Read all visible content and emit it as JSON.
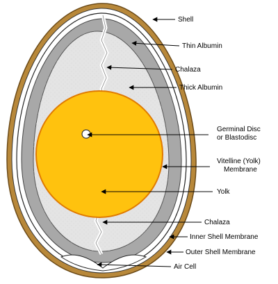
{
  "labels": {
    "shell": "Shell",
    "thin_albumin": "Thin Albumin",
    "chalaza_top": "Chalaza",
    "thick_albumin": "Thick Albumin",
    "germinal_disc_line1": "Germinal Disc",
    "germinal_disc_line2": "or Blastodisc",
    "vitelline_line1": "Vitelline (Yolk)",
    "vitelline_line2": "Membrane",
    "yolk": "Yolk",
    "chalaza_bottom": "Chalaza",
    "inner_shell_membrane": "Inner Shell Membrane",
    "outer_shell_membrane": "Outer Shell Membrane",
    "air_cell": "Air Cell"
  },
  "colors": {
    "shell": "#b8883a",
    "thin_albumin": "#a8a8a8",
    "thick_albumin": "#e4e4e4",
    "yolk": "#ffc20e",
    "yolk_membrane": "#e07a00",
    "membrane": "#ffffff",
    "outline": "#222222"
  }
}
